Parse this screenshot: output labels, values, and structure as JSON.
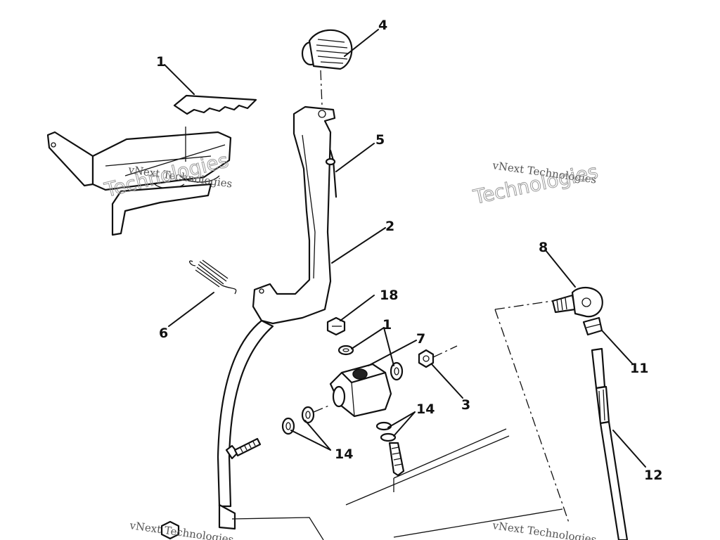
{
  "callouts": {
    "c1a": "1",
    "c1b": "1",
    "c2": "2",
    "c3": "3",
    "c4": "4",
    "c5": "5",
    "c6": "6",
    "c7": "7",
    "c8": "8",
    "c11": "11",
    "c12": "12",
    "c14a": "14",
    "c14b": "14",
    "c18": "18"
  },
  "watermark": {
    "line1": "vNext Technologies",
    "line2": "Technologies"
  }
}
